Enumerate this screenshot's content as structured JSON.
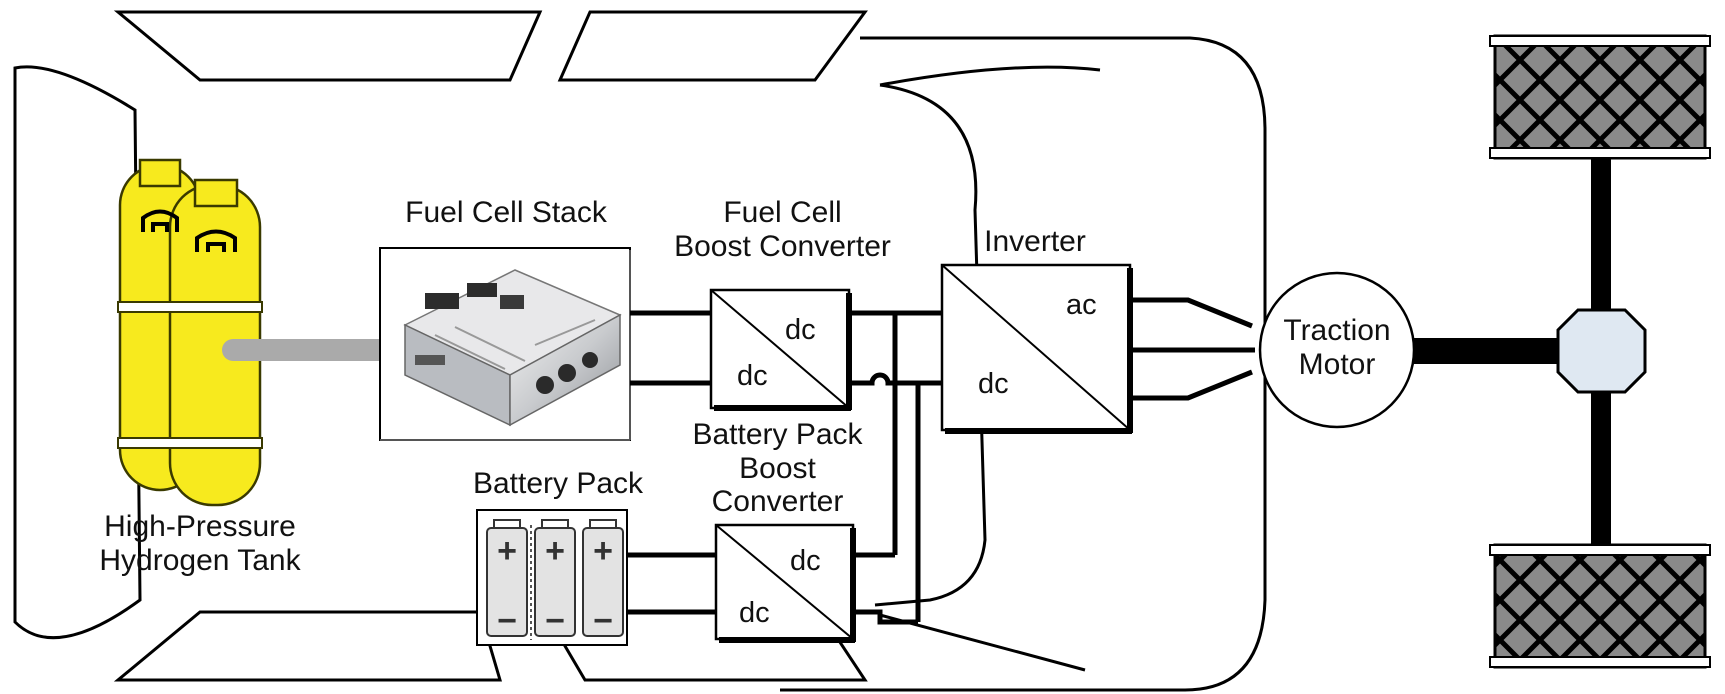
{
  "colors": {
    "outline": "#000000",
    "tank_fill": "#f7ea1e",
    "tank_stroke": "#3a3a00",
    "pipe": "#aaaaaa",
    "tire": "#8a8a8a",
    "hub": "#dfe8f2"
  },
  "labels": {
    "fuel_cell_stack": "Fuel Cell Stack",
    "fc_boost_line1": "Fuel Cell",
    "fc_boost_line2": "Boost Converter",
    "inverter": "Inverter",
    "battery_pack": "Battery Pack",
    "bp_boost_line1": "Battery Pack",
    "bp_boost_line2": "Boost",
    "bp_boost_line3": "Converter",
    "tank_line1": "High-Pressure",
    "tank_line2": "Hydrogen Tank",
    "motor_line1": "Traction",
    "motor_line2": "Motor"
  },
  "converter_labels": {
    "fc_boost_out": "dc",
    "fc_boost_in": "dc",
    "inverter_out": "ac",
    "inverter_in": "dc",
    "bp_boost_out": "dc",
    "bp_boost_in": "dc"
  },
  "battery_symbols": {
    "plus": "+",
    "minus": "−"
  }
}
